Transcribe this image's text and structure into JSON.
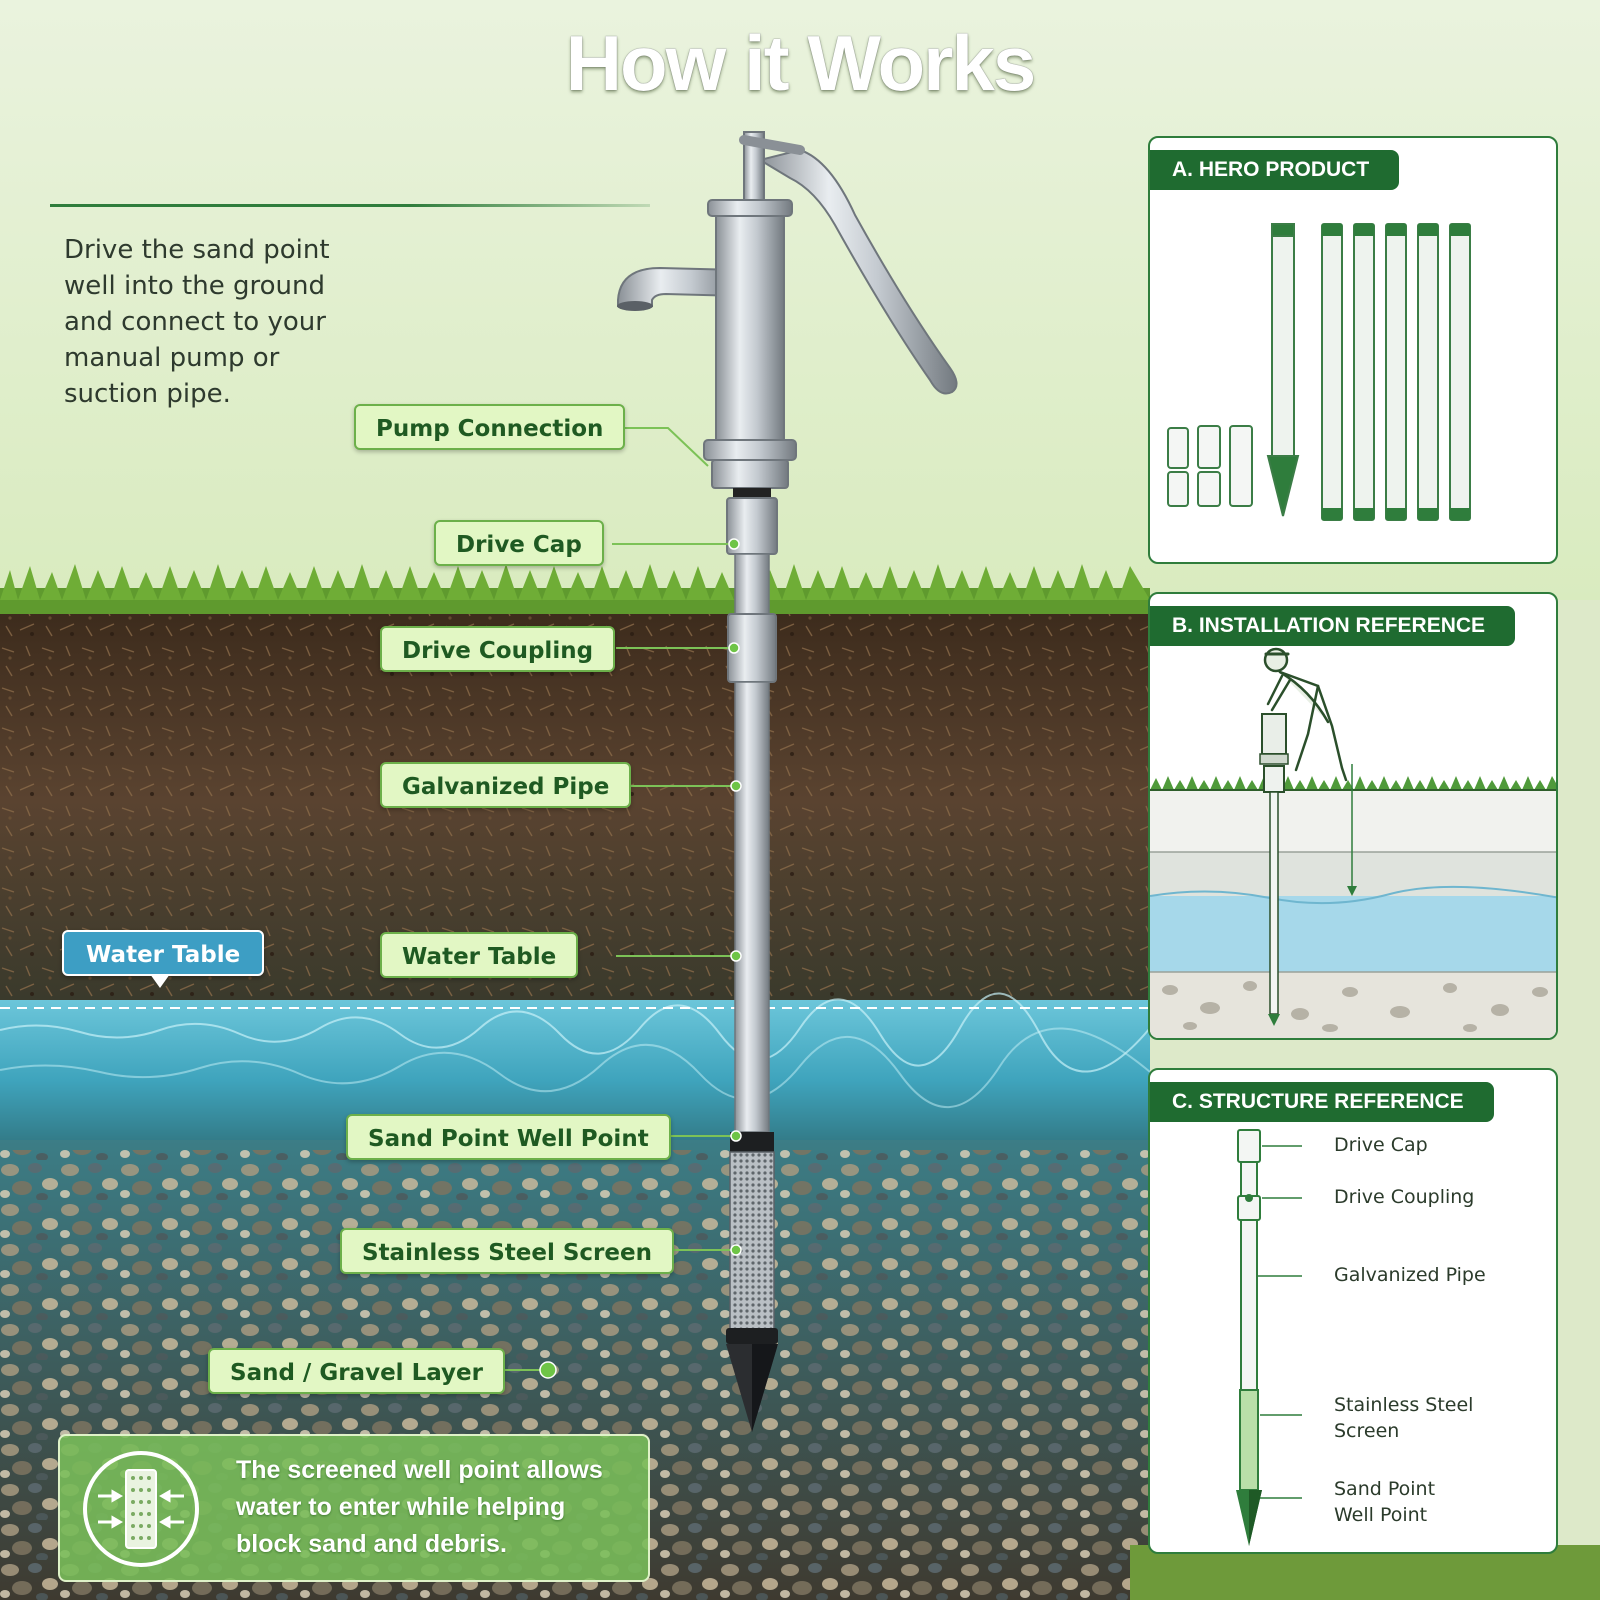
{
  "title": "How it Works",
  "intro_text": "Drive the sand point well into the ground and connect to your manual pump or suction pipe.",
  "callouts": {
    "pump_connection": "Pump Connection",
    "drive_cap": "Drive Cap",
    "drive_coupling": "Drive Coupling",
    "galvanized_pipe": "Galvanized Pipe",
    "water_table": "Water Table",
    "sand_point": "Sand Point Well Point",
    "screen": "Stainless Steel Screen",
    "gravel": "Sand / Gravel Layer"
  },
  "water_table_tag": "Water Table",
  "note_text": "The screened well point allows water to enter while helping block sand and debris.",
  "panels": {
    "hero": {
      "heading": "A. HERO PRODUCT"
    },
    "installation": {
      "heading": "B. INSTALLATION REFERENCE"
    },
    "structure": {
      "heading": "C. STRUCTURE REFERENCE",
      "labels": {
        "drive_cap": "Drive Cap",
        "drive_coupling": "Drive Coupling",
        "galvanized_pipe": "Galvanized Pipe",
        "screen_line1": "Stainless Steel",
        "screen_line2": "Screen",
        "point_line1": "Sand Point",
        "point_line2": "Well Point"
      }
    }
  },
  "colors": {
    "accent_green": "#1f6b30",
    "callout_fill": "#e2f7c4",
    "water": "#4fb7cf",
    "soil": "#4a3523"
  }
}
